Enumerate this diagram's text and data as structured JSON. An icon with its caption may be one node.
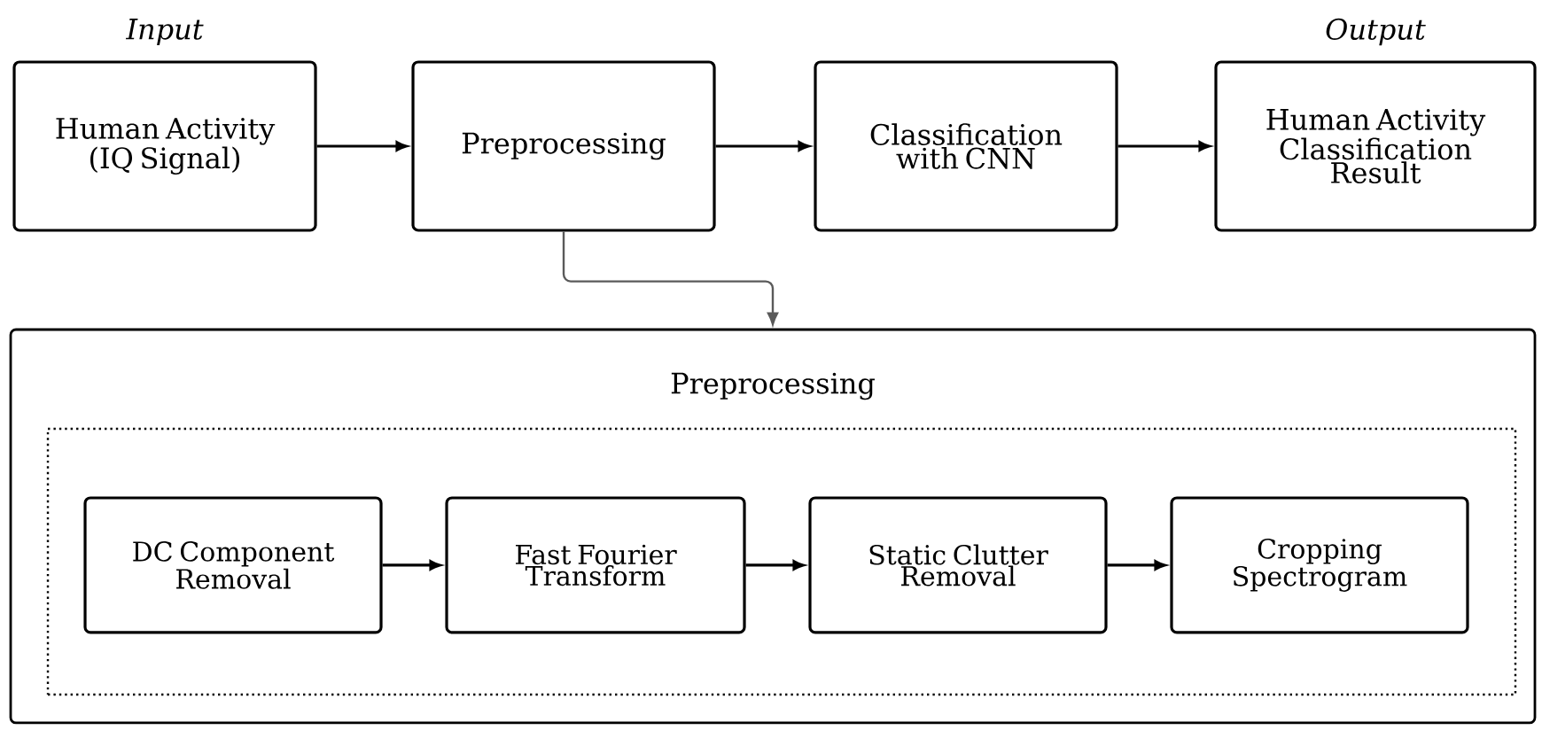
{
  "diagram": {
    "nodes": [
      {
        "text": [
          "Human Activity (IQ Signal)"
        ],
        "beside": [
          "Input"
        ]
      },
      {
        "text": [
          "Preprocessing"
        ]
      },
      {
        "text": [
          "Classification with CNN"
        ]
      },
      {
        "text": [
          "Human Activity Classification Result"
        ],
        "beside": [
          "Output"
        ]
      },
      {
        "text": [
          "Preprocessing"
        ]
      },
      {
        "text": [],
        "shape": "box",
        "in": 4
      },
      {
        "text": [
          "DC Component Removal"
        ],
        "in": 5
      },
      {
        "text": [
          "Fast Fourier Transform"
        ],
        "in": 5
      },
      {
        "text": [
          "Static Clutter Removal"
        ],
        "in": 5
      },
      {
        "text": [
          "Cropping Spectrogram"
        ],
        "in": 5
      }
    ],
    "edges": [
      {
        "from": 0,
        "to": 1,
        "arrow": "to"
      },
      {
        "from": 1,
        "to": 2,
        "arrow": "to"
      },
      {
        "from": 2,
        "to": 3,
        "arrow": "to"
      },
      {
        "from": 1,
        "to": 4,
        "arrow": "to",
        "color": "#5a5a5a"
      },
      {
        "from": 6,
        "to": 7,
        "arrow": "to"
      },
      {
        "from": 7,
        "to": 8,
        "arrow": "to"
      },
      {
        "from": 8,
        "to": 9,
        "arrow": "to"
      }
    ]
  }
}
